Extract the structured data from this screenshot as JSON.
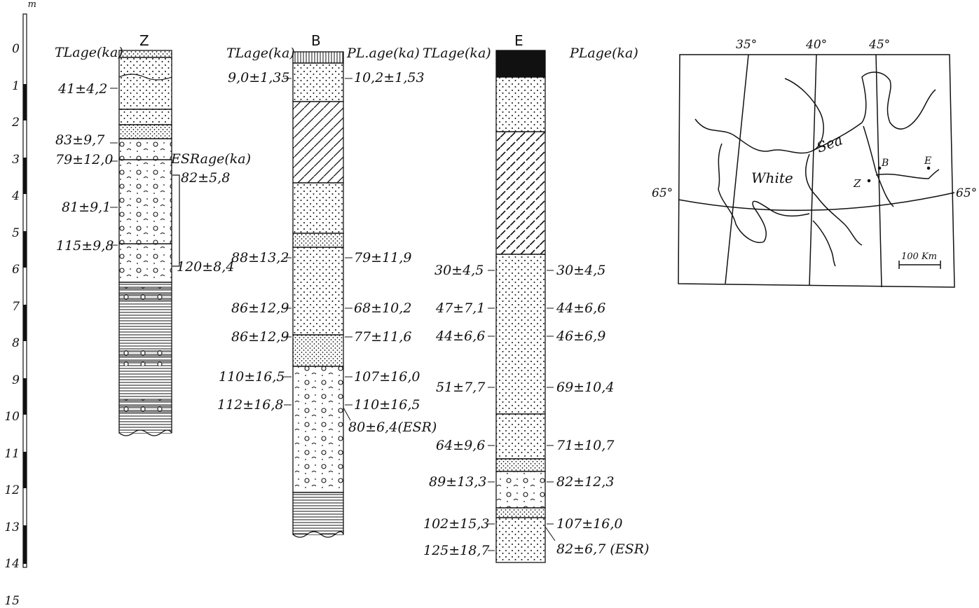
{
  "scale": {
    "unit": "m",
    "ticks": [
      "0",
      "1",
      "2",
      "3",
      "4",
      "5",
      "6",
      "7",
      "8",
      "9",
      "10",
      "11",
      "12",
      "13",
      "14",
      "15"
    ]
  },
  "column_z": {
    "header": "Z",
    "tl_label": "TLage(ka)",
    "esr_label": "ESRage(ka)",
    "tl_ages": [
      "41±4,2",
      "83±9,7",
      "79±12,0",
      "81±9,1",
      "115±9,8"
    ],
    "esr_ages": [
      "82±5,8",
      "120±8,4"
    ]
  },
  "column_b": {
    "header": "B",
    "tl_label": "TLage(ka)",
    "pl_label": "PL.age(ka)",
    "tl_ages": [
      "9,0±1,35",
      "88±13,2",
      "86±12,9",
      "86±12,9",
      "110±16,5",
      "112±16,8"
    ],
    "pl_ages": [
      "10,2±1,53",
      "79±11,9",
      "68±10,2",
      "77±11,6",
      "107±16,0",
      "110±16,5",
      "80±6,4(ESR)"
    ]
  },
  "column_e": {
    "header": "E",
    "tl_label": "TLage(ka)",
    "pl_label": "PLage(ka)",
    "tl_ages": [
      "30±4,5",
      "47±7,1",
      "44±6,6",
      "51±7,7",
      "64±9,6",
      "89±13,3",
      "102±15,3",
      "125±18,7"
    ],
    "pl_ages": [
      "30±4,5",
      "44±6,6",
      "46±6,9",
      "69±10,4",
      "71±10,7",
      "82±12,3",
      "107±16,0",
      "82±6,7 (ESR)"
    ]
  },
  "map": {
    "longitudes": [
      "35°",
      "40°",
      "45°"
    ],
    "latitude_left": "65°",
    "latitude_right": "65°",
    "sea_name_1": "White",
    "sea_name_2": "Sea",
    "site_z": "Z",
    "site_b": "B",
    "site_e": "E",
    "scale_bar": "100 Km"
  },
  "colors": {
    "ink": "#111111",
    "paper": "#ffffff"
  }
}
